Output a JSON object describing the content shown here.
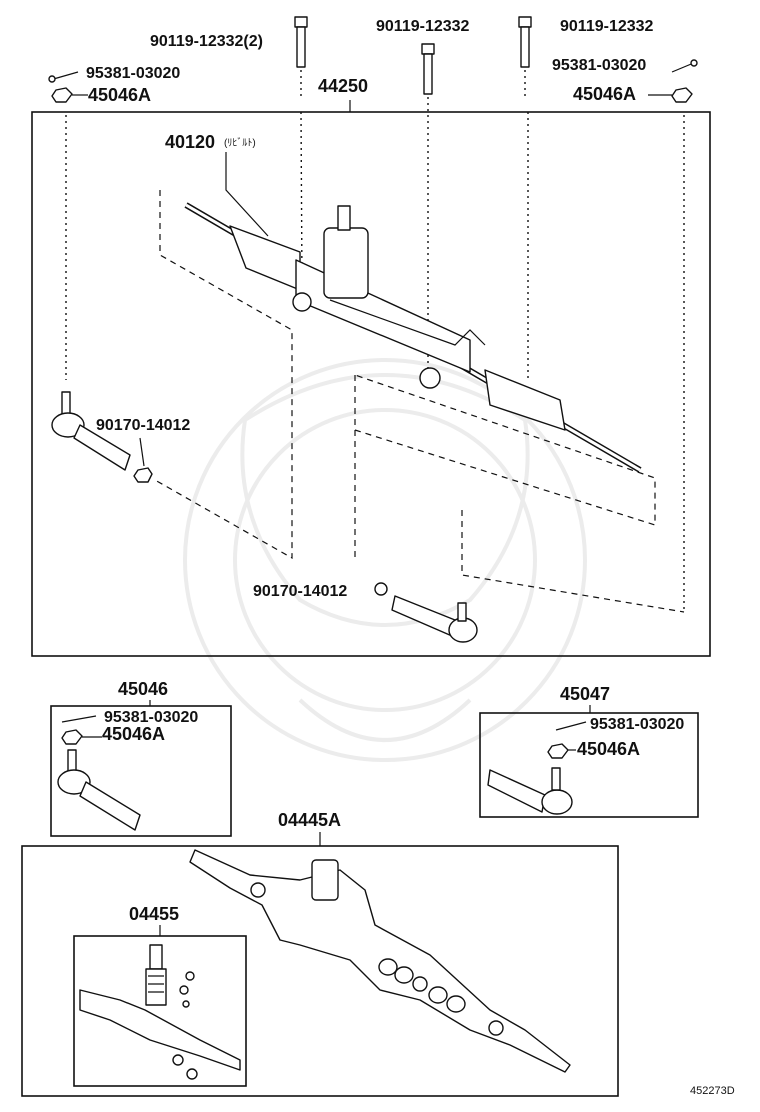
{
  "labels": {
    "bolt_2": "90119-12332(2)",
    "bolt_mid": "90119-12332",
    "bolt_right": "90119-12332",
    "pin_left": "95381-03020",
    "nut_left": "45046A",
    "assy": "44250",
    "pin_right": "95381-03020",
    "nut_right": "45046A",
    "rack": "40120",
    "rack_note": "(ﾘﾋﾞﾙﾄ)",
    "nut_left_end": "90170-14012",
    "nut_right_end": "90170-14012",
    "end_left": "45046",
    "end_left_pin": "95381-03020",
    "end_left_nut": "45046A",
    "end_right": "45047",
    "end_right_pin": "95381-03020",
    "end_right_nut": "45046A",
    "kit": "04445A",
    "kit_inner": "04455",
    "drawing_code": "452273D"
  }
}
